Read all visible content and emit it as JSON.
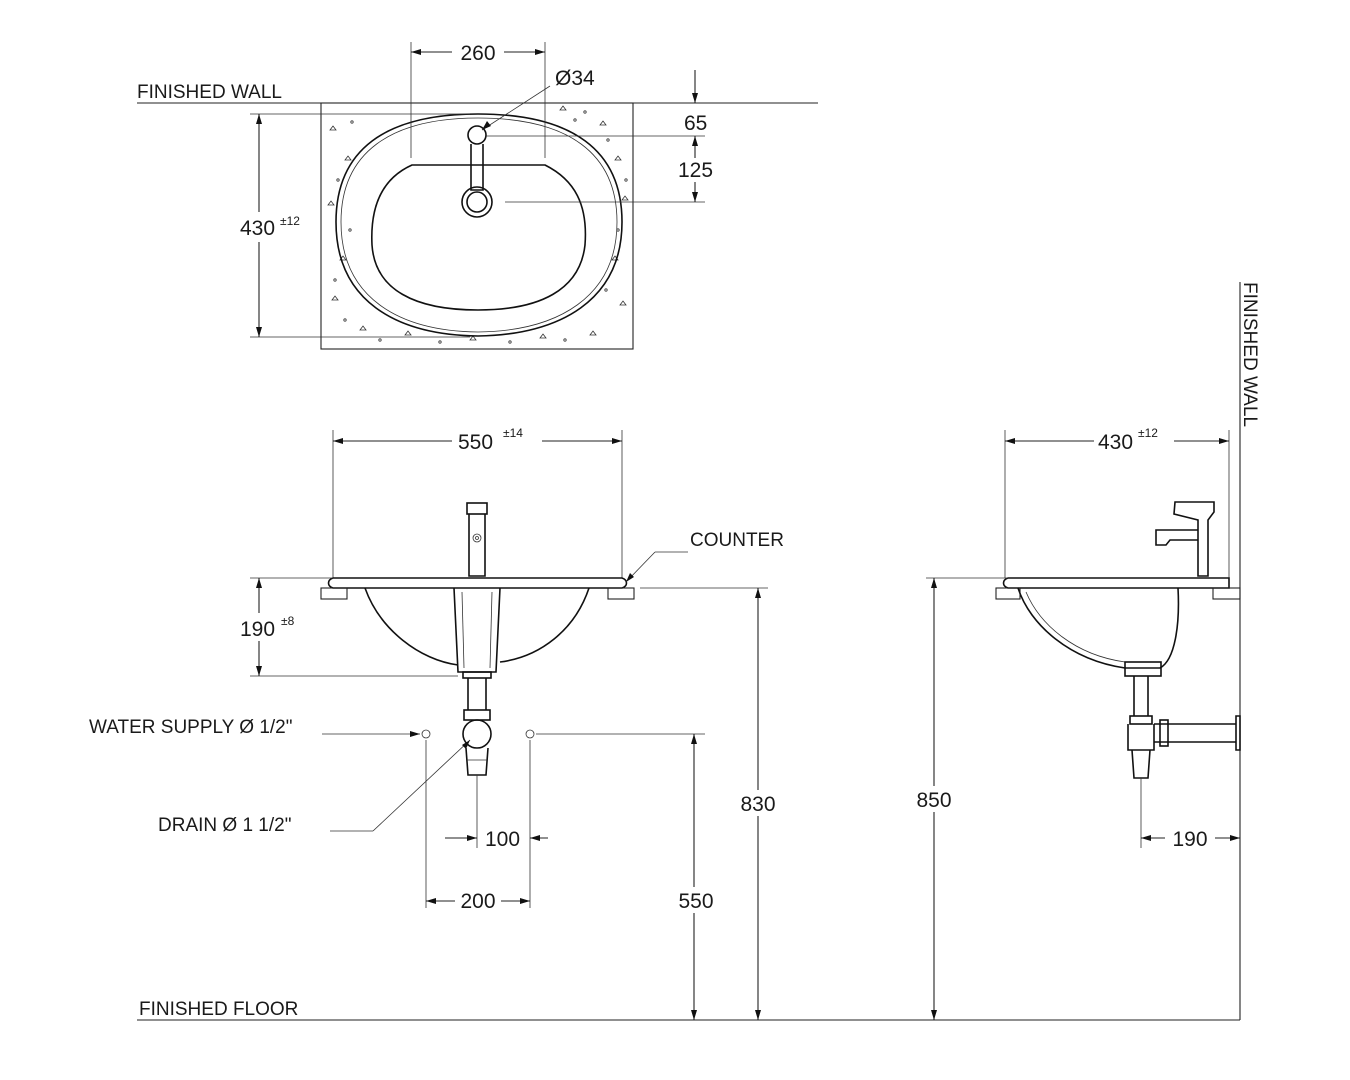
{
  "labels": {
    "finished_wall_top": "FINISHED WALL",
    "finished_wall_side": "FINISHED WALL",
    "finished_floor": "FINISHED FLOOR",
    "counter": "COUNTER",
    "water_supply": "WATER SUPPLY Ø 1/2\"",
    "drain": "DRAIN Ø 1 1/2\""
  },
  "plan_view": {
    "faucet_spacing": "260",
    "hole_diameter": "Ø34",
    "wall_to_hole": "65",
    "hole_to_drain": "125",
    "depth": "430",
    "depth_tol": "±12"
  },
  "front_view": {
    "width": "550",
    "width_tol": "±14",
    "bowl_depth": "190",
    "bowl_depth_tol": "±8",
    "drain_offset": "100",
    "supply_spacing": "200",
    "supply_height": "550",
    "counter_height": "830"
  },
  "side_view": {
    "depth": "430",
    "depth_tol": "±12",
    "counter_height": "850",
    "trap_offset": "190"
  },
  "colors": {
    "line": "#111111",
    "background": "#ffffff"
  }
}
